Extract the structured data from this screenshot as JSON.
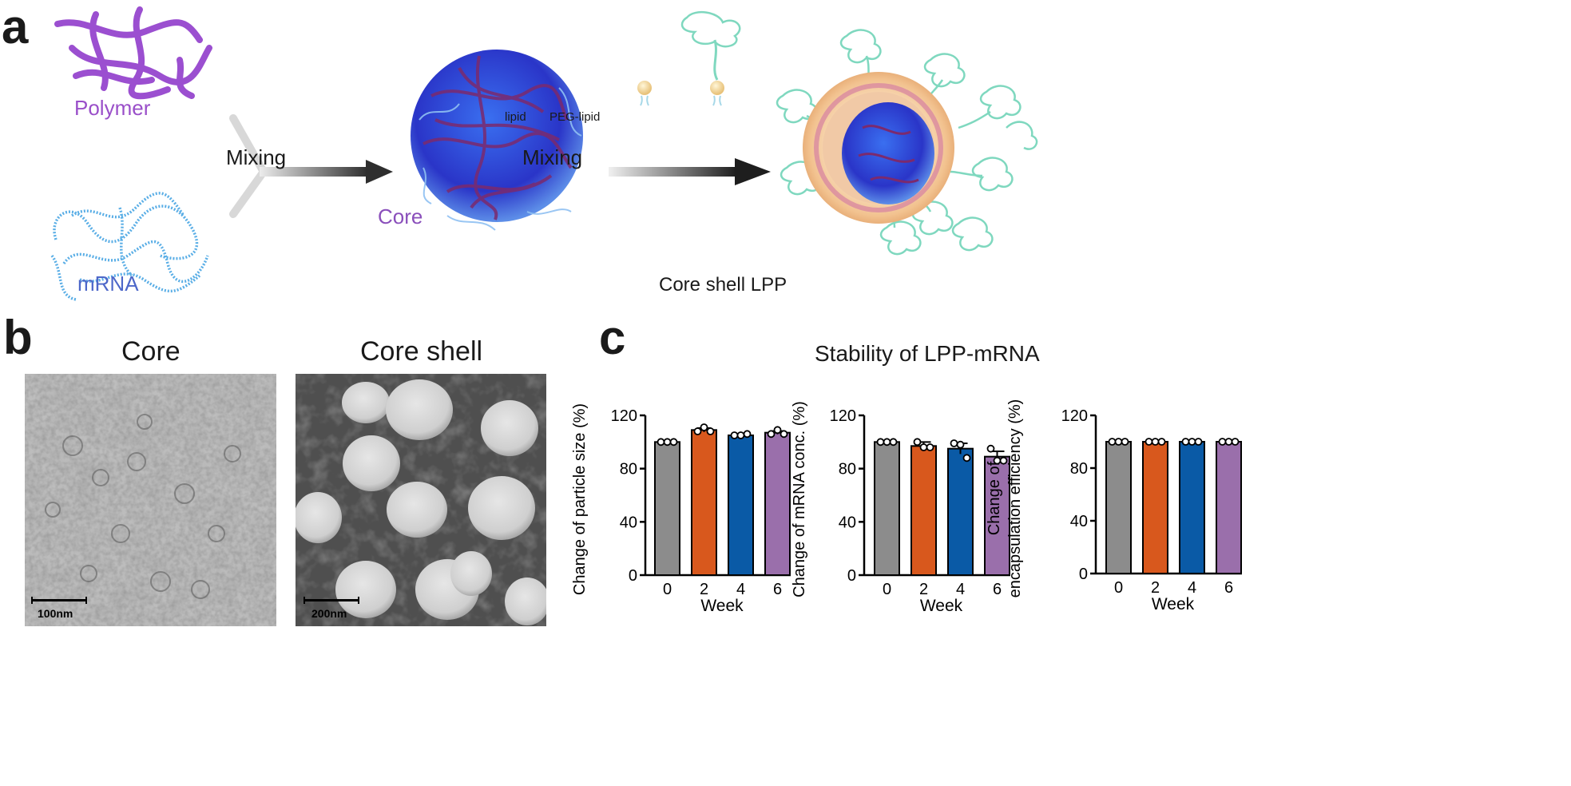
{
  "panel_a": {
    "label": "a",
    "polymer_label": "Polymer",
    "mrna_label": "mRNA",
    "mixing1_label": "Mixing",
    "core_label": "Core",
    "lipid_label": "lipid",
    "peg_lipid_label": "PEG-lipid",
    "mixing2_label": "Mixing",
    "lpp_label": "Core shell LPP",
    "colors": {
      "polymer": "#8a3fbf",
      "mrna": "#4a8fd8",
      "core": "#3d4fd6",
      "peg": "#7fd8bf",
      "shell": "#efc28e",
      "arrow": "#3a3a3a"
    }
  },
  "panel_b": {
    "label": "b",
    "core_title": "Core",
    "shell_title": "Core shell",
    "core_scale": "100nm",
    "shell_scale": "200nm"
  },
  "panel_c": {
    "label": "c",
    "title": "Stability of LPP-mRNA"
  },
  "chart_data": [
    {
      "type": "bar",
      "categories": [
        "0",
        "2",
        "4",
        "6"
      ],
      "values": [
        100,
        109,
        105,
        107
      ],
      "errors": [
        0.5,
        1.5,
        0.8,
        1.2
      ],
      "points": [
        [
          100,
          100,
          100
        ],
        [
          108,
          111,
          108
        ],
        [
          105,
          105,
          106
        ],
        [
          106,
          109,
          106
        ]
      ],
      "colors": [
        "#8c8c8c",
        "#d8581d",
        "#0a5aa6",
        "#9a6fab"
      ],
      "xlabel": "Week",
      "ylabel": "Change of particle size (%)",
      "ylim": [
        0,
        120
      ],
      "yticks": [
        "0",
        "40",
        "80",
        "120"
      ]
    },
    {
      "type": "bar",
      "categories": [
        "0",
        "2",
        "4",
        "6"
      ],
      "values": [
        100,
        97,
        95,
        89
      ],
      "errors": [
        0.5,
        3,
        4,
        4
      ],
      "points": [
        [
          100,
          100,
          100
        ],
        [
          100,
          96,
          96
        ],
        [
          99,
          98,
          88
        ],
        [
          95,
          86,
          86
        ]
      ],
      "colors": [
        "#8c8c8c",
        "#d8581d",
        "#0a5aa6",
        "#9a6fab"
      ],
      "xlabel": "Week",
      "ylabel": "Change of mRNA conc. (%)",
      "ylim": [
        0,
        120
      ],
      "yticks": [
        "0",
        "40",
        "80",
        "120"
      ]
    },
    {
      "type": "bar",
      "categories": [
        "0",
        "2",
        "4",
        "6"
      ],
      "values": [
        100,
        100,
        100,
        100
      ],
      "errors": [
        0.3,
        0.3,
        0.3,
        0.3
      ],
      "points": [
        [
          100,
          100,
          100
        ],
        [
          100,
          100,
          100
        ],
        [
          100,
          100,
          100
        ],
        [
          100,
          100,
          100
        ]
      ],
      "colors": [
        "#8c8c8c",
        "#d8581d",
        "#0a5aa6",
        "#9a6fab"
      ],
      "xlabel": "Week",
      "ylabel": [
        "Change of",
        "encapsulation efficiency (%)"
      ],
      "ylim": [
        0,
        120
      ],
      "yticks": [
        "0",
        "40",
        "80",
        "120"
      ]
    }
  ]
}
